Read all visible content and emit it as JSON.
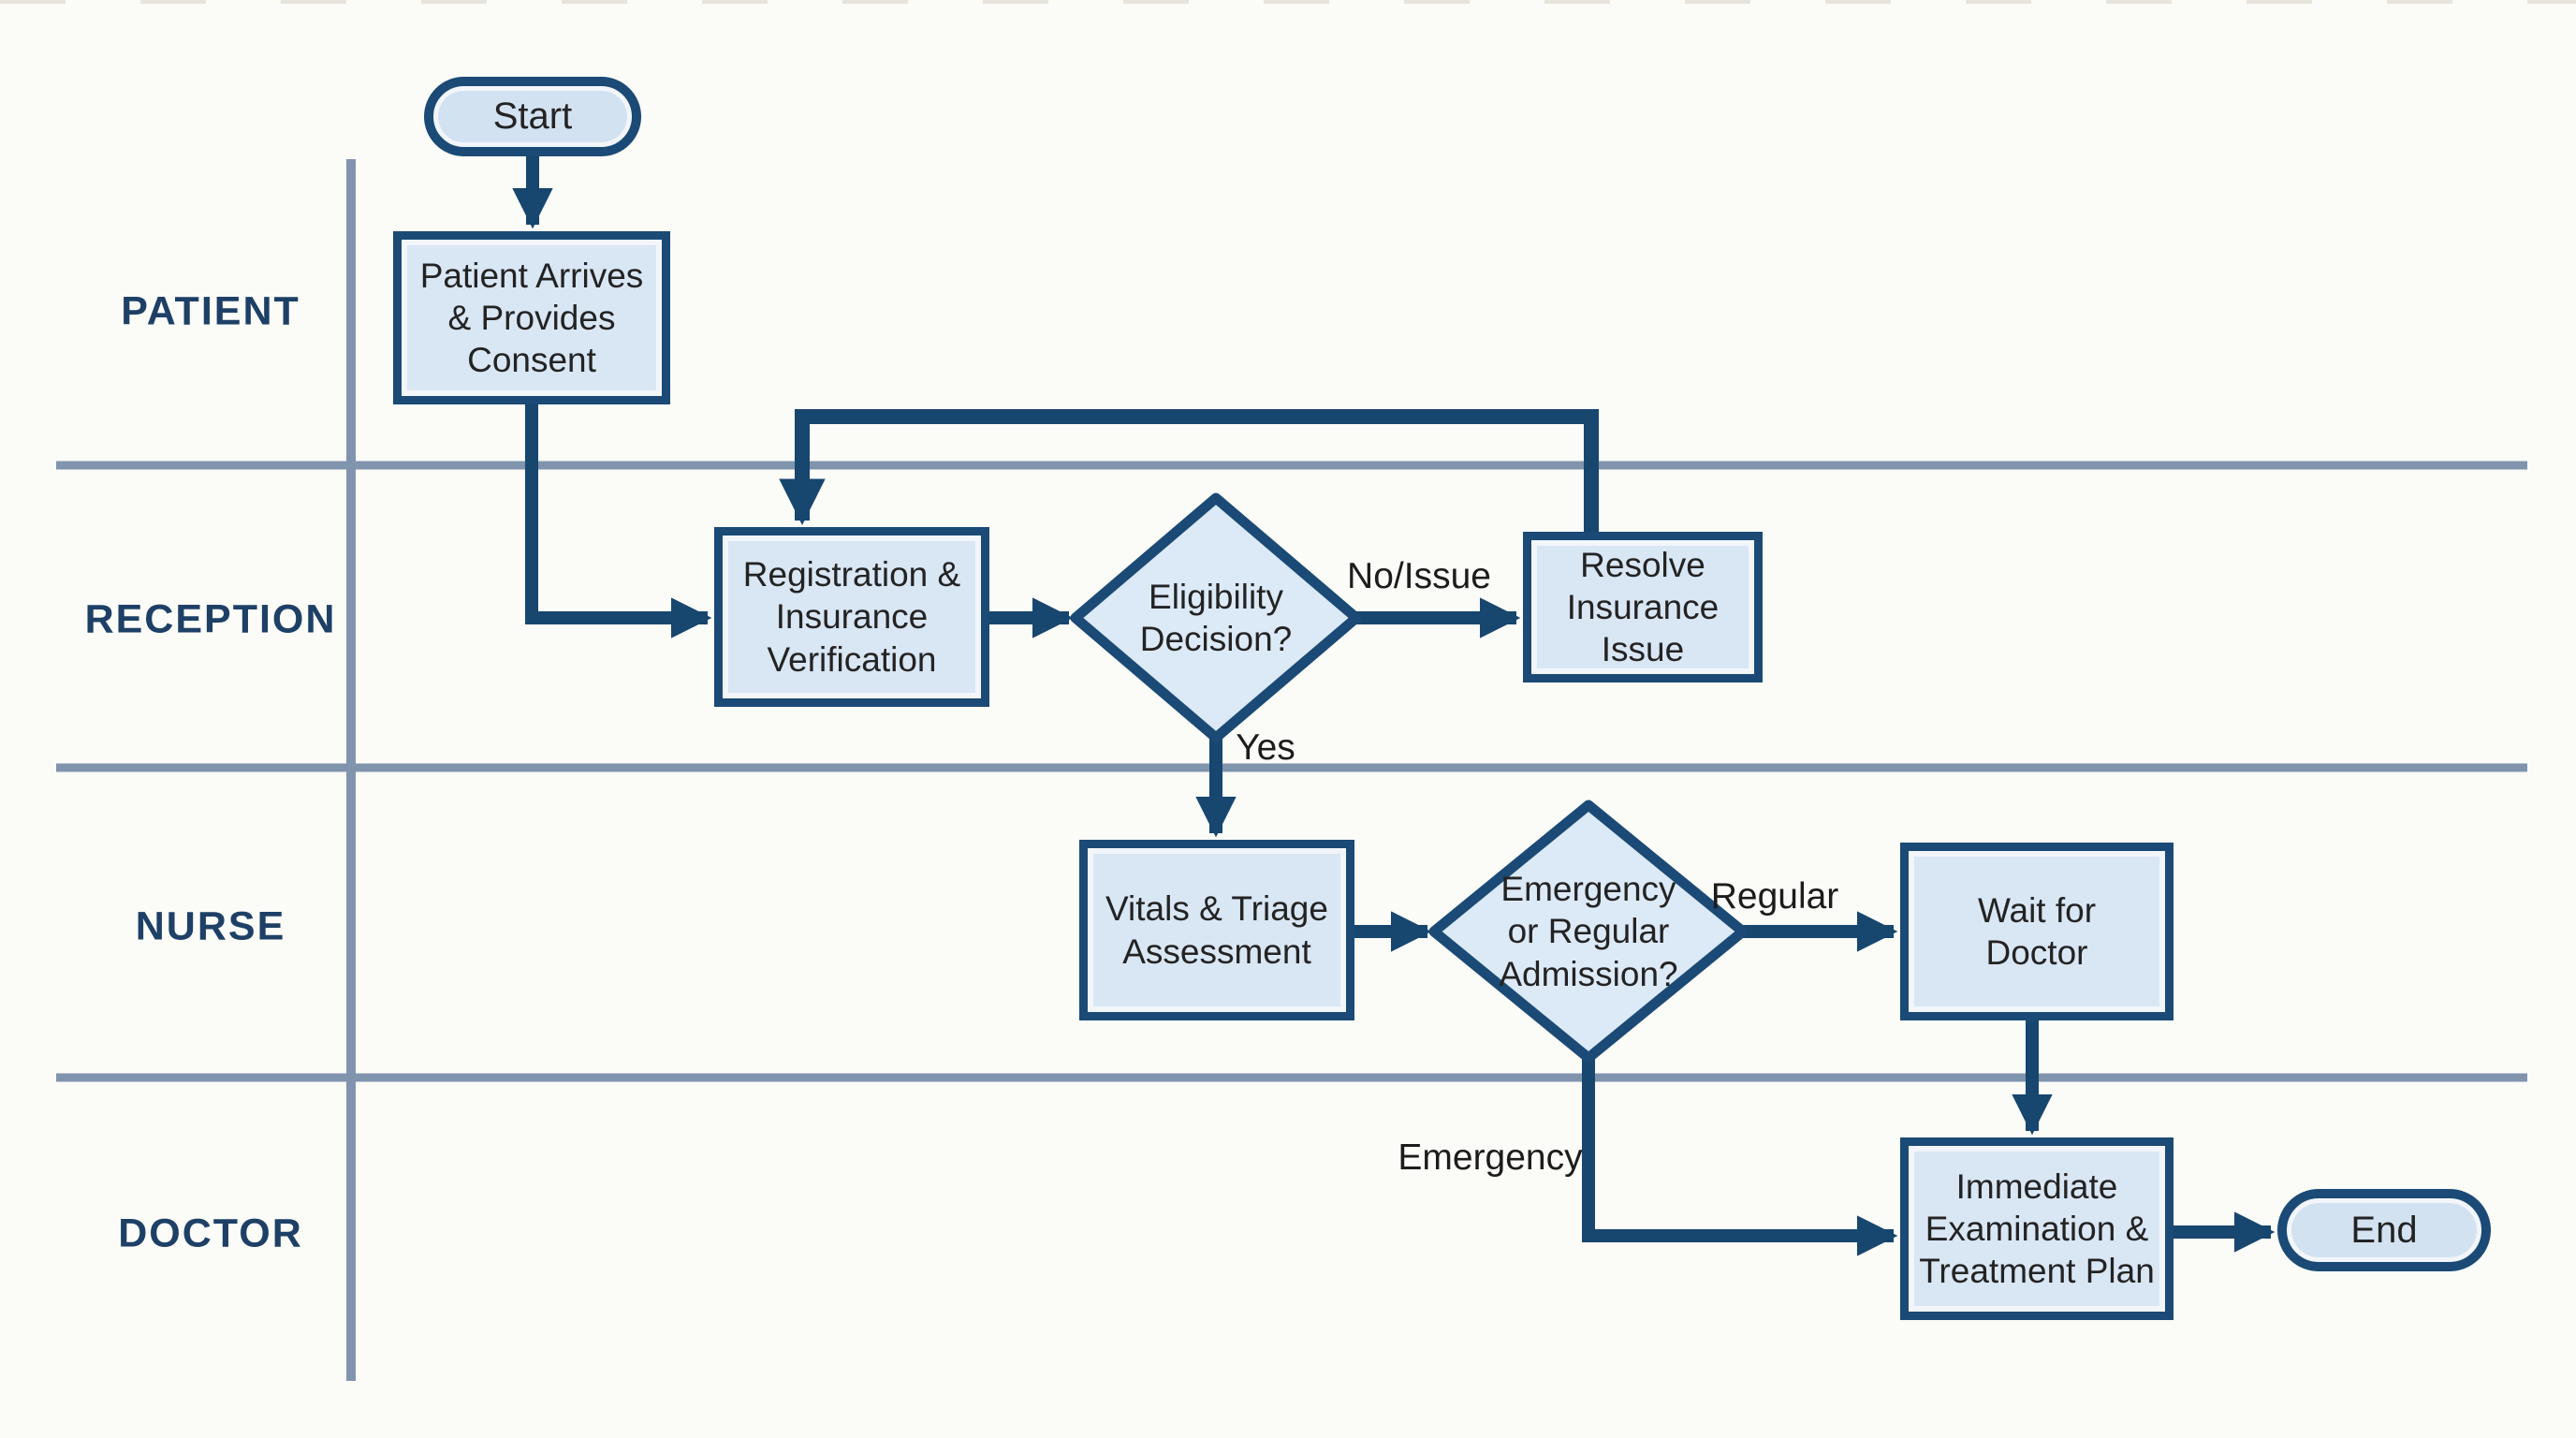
{
  "diagram": {
    "type": "swimlane-flowchart",
    "colors": {
      "accent_navy": "#1a4a75",
      "arrow": "#17466f",
      "node_fill": "#d9e6f4",
      "diamond_fill": "#dce9f7",
      "lane_line": "#8094ae",
      "lane_label_text": "#1e4066",
      "background": "#fbfbf8",
      "node_text": "#232323"
    },
    "lanes": [
      {
        "label": "PATIENT"
      },
      {
        "label": "RECEPTION"
      },
      {
        "label": "NURSE"
      },
      {
        "label": "DOCTOR"
      }
    ],
    "nodes": {
      "start": {
        "type": "terminator",
        "label": "Start"
      },
      "patient_arrives": {
        "type": "process",
        "label": "Patient Arrives\n& Provides\nConsent"
      },
      "registration": {
        "type": "process",
        "label": "Registration &\nInsurance\nVerification"
      },
      "eligibility": {
        "type": "decision",
        "label": "Eligibility\nDecision?"
      },
      "resolve": {
        "type": "process",
        "label": "Resolve\nInsurance\nIssue"
      },
      "vitals": {
        "type": "process",
        "label": "Vitals & Triage\nAssessment"
      },
      "admission": {
        "type": "decision",
        "label": "Emergency\nor Regular\nAdmission?"
      },
      "wait": {
        "type": "process",
        "label": "Wait for\nDoctor"
      },
      "exam": {
        "type": "process",
        "label": "Immediate\nExamination &\nTreatment Plan"
      },
      "end": {
        "type": "terminator",
        "label": "End"
      }
    },
    "edge_labels": {
      "no_issue": "No/Issue",
      "yes": "Yes",
      "regular": "Regular",
      "emergency": "Emergency"
    },
    "edges": [
      {
        "from": "start",
        "to": "patient_arrives",
        "label": ""
      },
      {
        "from": "patient_arrives",
        "to": "registration",
        "label": ""
      },
      {
        "from": "registration",
        "to": "eligibility",
        "label": ""
      },
      {
        "from": "eligibility",
        "to": "resolve",
        "label": "No/Issue"
      },
      {
        "from": "resolve",
        "to": "registration",
        "label": ""
      },
      {
        "from": "eligibility",
        "to": "vitals",
        "label": "Yes"
      },
      {
        "from": "vitals",
        "to": "admission",
        "label": ""
      },
      {
        "from": "admission",
        "to": "wait",
        "label": "Regular"
      },
      {
        "from": "wait",
        "to": "exam",
        "label": ""
      },
      {
        "from": "admission",
        "to": "exam",
        "label": "Emergency"
      },
      {
        "from": "exam",
        "to": "end",
        "label": ""
      }
    ]
  }
}
